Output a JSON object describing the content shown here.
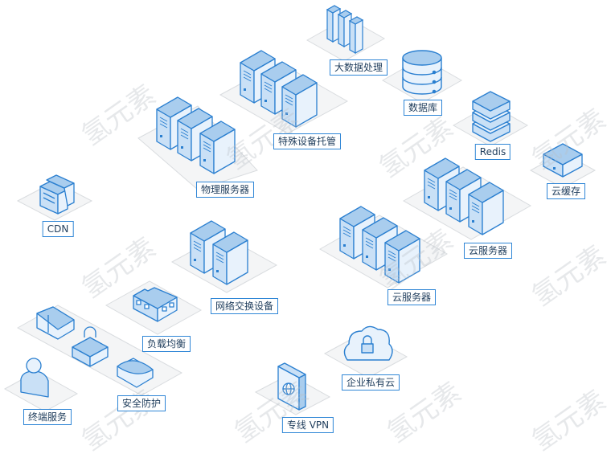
{
  "watermark": "氢元素",
  "labels": {
    "bigdata": "大数据处理",
    "database": "数据库",
    "hosting": "特殊设备托管",
    "redis": "Redis",
    "physical": "物理服务器",
    "cache": "云缓存",
    "cdn": "CDN",
    "cloud_server_a": "云服务器",
    "cloud_server_b": "云服务器",
    "network": "网络交换设备",
    "loadbalance": "负载均衡",
    "terminal": "终端服务",
    "security": "安全防护",
    "vpn": "专线 VPN",
    "private_cloud": "企业私有云"
  },
  "icons": {
    "bigdata": "bar-blocks-icon",
    "database": "database-cylinder-icon",
    "hosting": "server-rack-icon",
    "redis": "stacked-layers-icon",
    "physical": "server-rack-icon",
    "cache": "storage-box-icon",
    "cdn": "file-stack-icon",
    "cloud_server": "server-rack-icon",
    "network": "server-rack-icon",
    "loadbalance": "network-switch-icon",
    "terminal": "user-person-icon",
    "security": "shield-lock-icon",
    "vpn": "globe-panel-icon",
    "private_cloud": "cloud-lock-icon"
  },
  "colors": {
    "stroke": "#2a7fd0",
    "fill_light": "#e8f2fc",
    "fill_mid": "#c9e0f6",
    "fill_dark": "#a9cdee",
    "platform": "#f4f5f6",
    "platform_edge": "#d9dcdf"
  }
}
